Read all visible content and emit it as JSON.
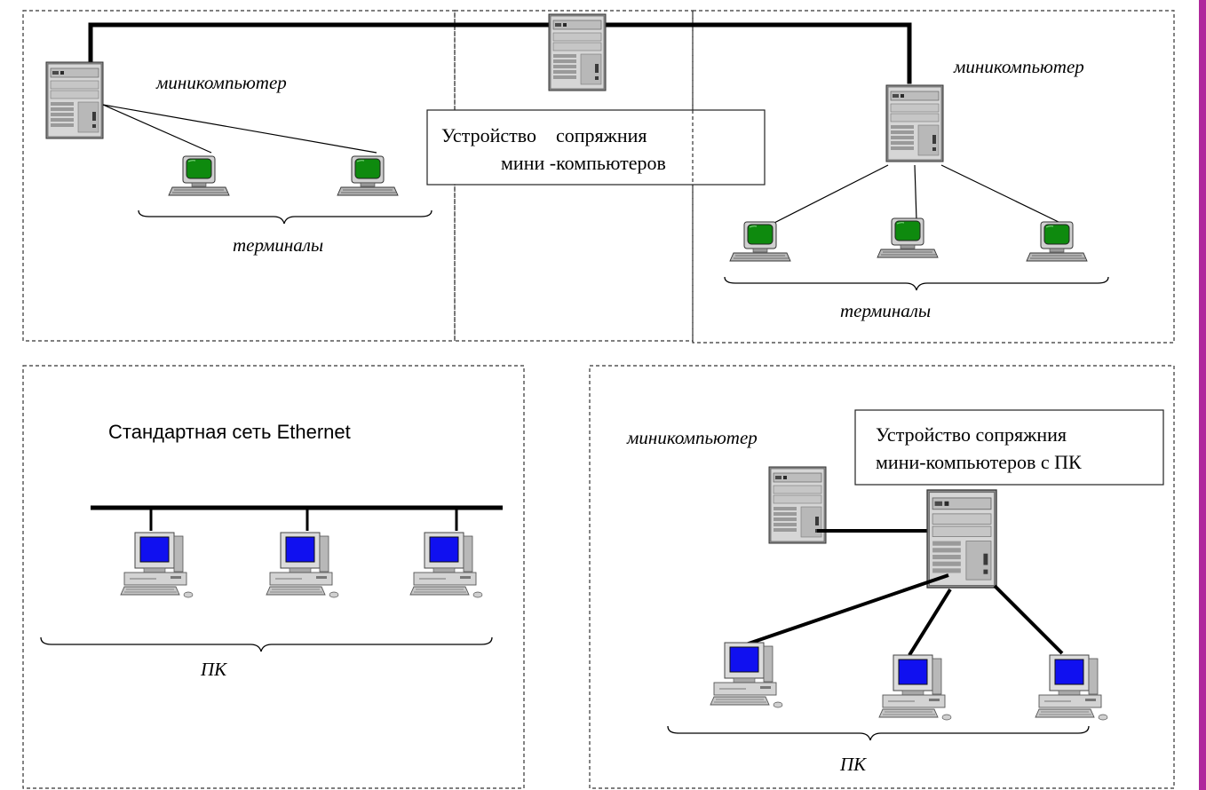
{
  "labels": {
    "minicomputer_1": "миникомпьютер",
    "minicomputer_2": "миникомпьютер",
    "minicomputer_3": "миникомпьютер",
    "terminals_1": "терминалы",
    "terminals_2": "терминалы",
    "pc_1": "ПК",
    "pc_2": "ПК",
    "ethernet": "Стандартная сеть Ethernet"
  },
  "interface_box_1": {
    "line1": "Устройство    сопряжния",
    "line2": "мини -компьютеров"
  },
  "interface_box_2": {
    "line1": "Устройство сопряжния",
    "line2": "мини-компьютеров с ПК"
  },
  "colors": {
    "terminal_screen": "#0e8a0e",
    "pc_screen": "#1010f0",
    "accent_border": "#b0289c"
  },
  "icons": [
    "server-tower-icon",
    "terminal-icon",
    "desktop-pc-icon"
  ]
}
